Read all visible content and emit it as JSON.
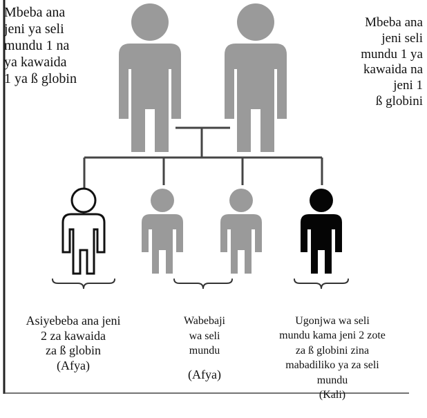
{
  "parents": {
    "left_label": "Mbeba ana\njeni ya seli\nmundu 1 na\nya kawaida\n1 ya ß globin",
    "right_label": "Mbeba ana\njeni seli\nmundu 1 ya\nkawaida na\njeni 1\nß globini"
  },
  "children_captions": {
    "healthy": "Asiyebeba ana jeni\n2 za kawaida\nza ß globin\n(Afya)",
    "carriers": "Wabebaji\nwa seli\nmundu",
    "carriers_status": "(Afya)",
    "disease": "Ugonjwa wa seli\nmundu kama jeni 2 zote\nza ß globini zina\nmabadiliko ya za seli\nmundu\n(Kali)"
  },
  "colors": {
    "carrier_gray": "#9a9a9a",
    "affected_black": "#050505",
    "line": "#444444",
    "frame": "#222222"
  }
}
